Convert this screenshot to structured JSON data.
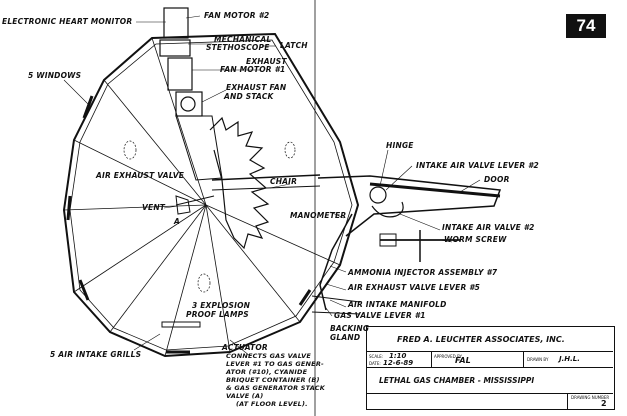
{
  "page_number": "74",
  "labels": {
    "electronic_heart_monitor": "ELECTRONIC HEART MONITOR",
    "fan_motor_2": "FAN MOTOR #2",
    "mechanical_stethoscope_1": "MECHANICAL",
    "mechanical_stethoscope_2": "STETHOSCOPE",
    "latch": "LATCH",
    "exhaust_fan_motor_1": "EXHAUST",
    "exhaust_fan_motor_2": "FAN MOTOR #1",
    "exhaust_fan_stack_1": "EXHAUST FAN",
    "exhaust_fan_stack_2": "AND STACK",
    "five_windows": "5 WINDOWS",
    "hinge": "HINGE",
    "intake_air_valve_lever_2": "INTAKE AIR VALVE LEVER #2",
    "door": "DOOR",
    "air_exhaust_valve": "AIR EXHAUST VALVE",
    "chair": "CHAIR",
    "vent": "VENT",
    "vent_a": "A",
    "manometer": "MANOMETER",
    "intake_air_valve_2": "INTAKE AIR VALVE #2",
    "worm_screw": "WORM SCREW",
    "ammonia_injector": "AMMONIA INJECTOR ASSEMBLY #7",
    "air_exhaust_valve_lever_5": "AIR EXHAUST VALVE LEVER #5",
    "three_explosion_1": "3 EXPLOSION",
    "three_explosion_2": "PROOF LAMPS",
    "air_intake_manifold": "AIR INTAKE MANIFOLD",
    "gas_valve_lever_1": "GAS VALVE LEVER #1",
    "backing_gland_1": "BACKING",
    "backing_gland_2": "GLAND",
    "five_air_intake_grills": "5 AIR INTAKE GRILLS",
    "actuator_1": "ACTUATOR",
    "actuator_2": "CONNECTS GAS VALVE",
    "actuator_3": "LEVER #1 TO GAS GENER-",
    "actuator_4": "ATOR (#10), CYANIDE",
    "actuator_5": "BRIQUET CONTAINER (B)",
    "actuator_6": "& GAS GENERATOR STACK",
    "actuator_7": "VALVE (A)",
    "actuator_8": "(AT FLOOR LEVEL)."
  },
  "title_block": {
    "company": "FRED A. LEUCHTER ASSOCIATES, INC.",
    "scale_label": "SCALE:",
    "scale_value": "1:10",
    "date_label": "DATE:",
    "date_value": "12-6-89",
    "approved_label": "APPROVED BY",
    "approved_value": "FAL",
    "drawn_label": "DRAWN BY",
    "drawn_value": "J.H.L.",
    "title": "LETHAL GAS CHAMBER - MISSISSIPPI",
    "drawing_number_label": "DRAWING NUMBER",
    "drawing_number_value": "2"
  }
}
